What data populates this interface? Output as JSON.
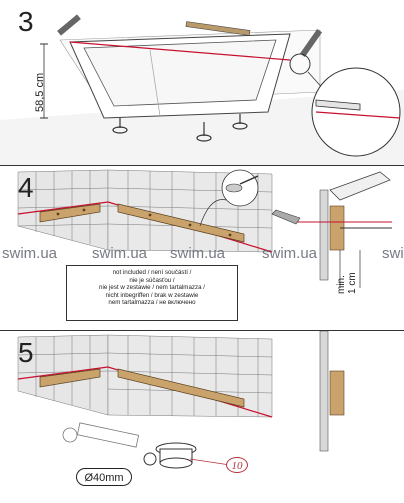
{
  "steps": [
    {
      "number": "3",
      "dimension": "58,5 cm"
    },
    {
      "number": "4",
      "dimension": "min.\n1 cm",
      "note": [
        "not included / není součástí /",
        "nie je súčasťou /",
        "nie jest w zestawie / nem tartalmazza /",
        "nicht inbegriffen / brak w zestawie",
        "nem tartalmazza / не включено"
      ]
    },
    {
      "number": "5",
      "diameter": "Ø40mm",
      "callout": "10"
    }
  ],
  "watermark": "swim.ua",
  "colors": {
    "accent_red": "#c8102e",
    "wood": "#c9a36b",
    "tile": "#e8e8e8",
    "line": "#333333"
  }
}
